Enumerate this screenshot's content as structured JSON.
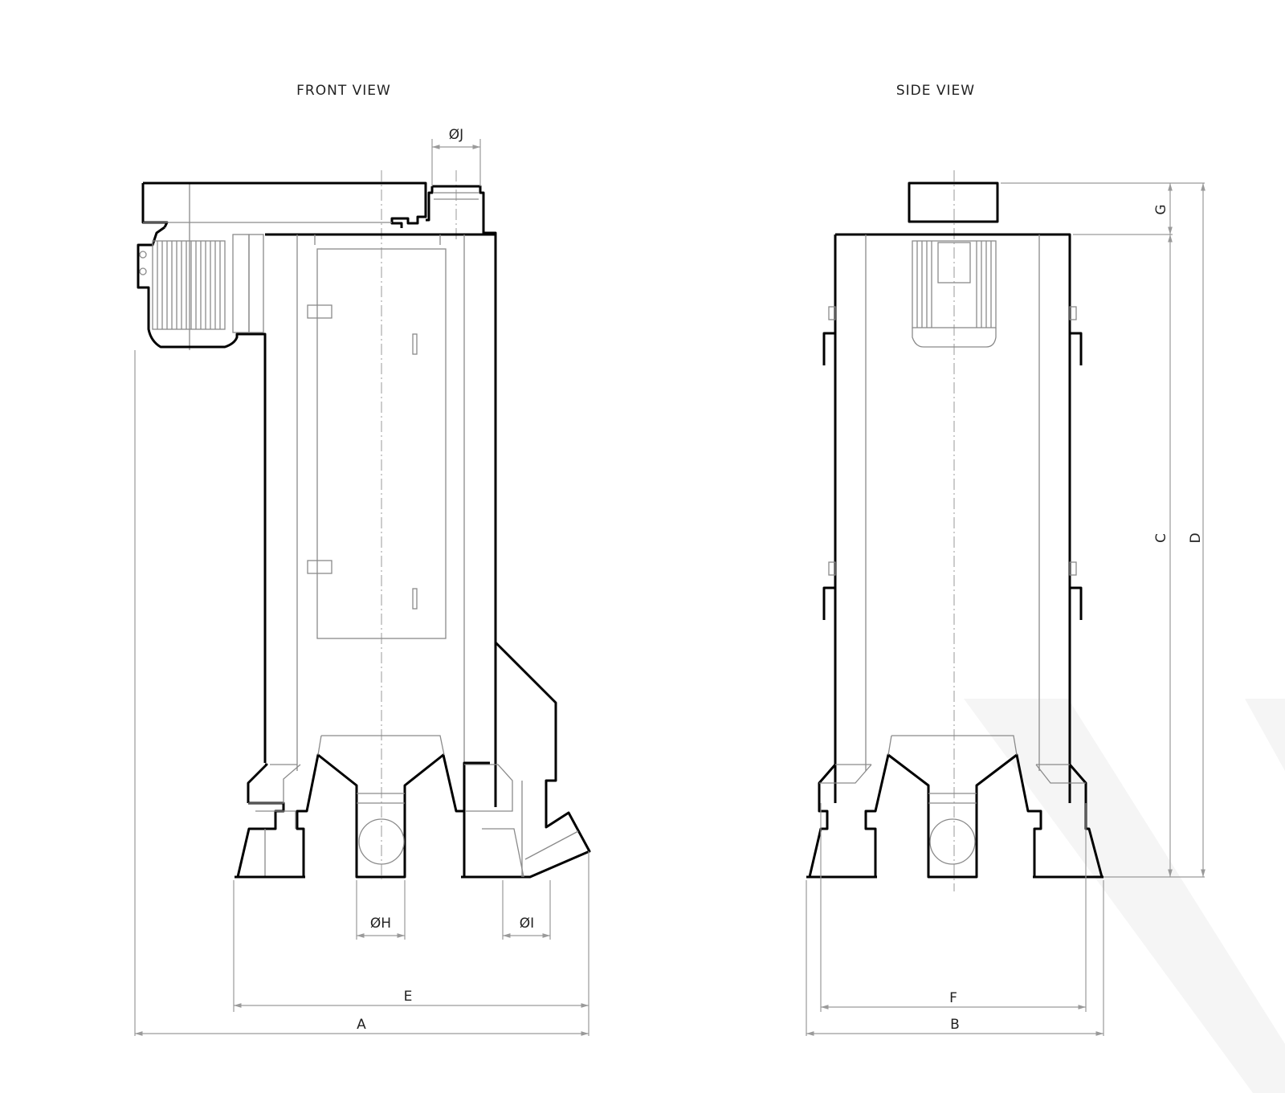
{
  "views": {
    "front_title": "FRONT VIEW",
    "side_title": "SIDE VIEW"
  },
  "dimensions": {
    "A": "A",
    "B": "B",
    "C": "C",
    "D": "D",
    "E": "E",
    "F": "F",
    "G": "G",
    "H": "ØH",
    "I": "ØI",
    "J": "ØJ"
  },
  "colors": {
    "outline": "#000000",
    "detail": "#8a8a8a",
    "watermark": "#f4f4f4"
  }
}
